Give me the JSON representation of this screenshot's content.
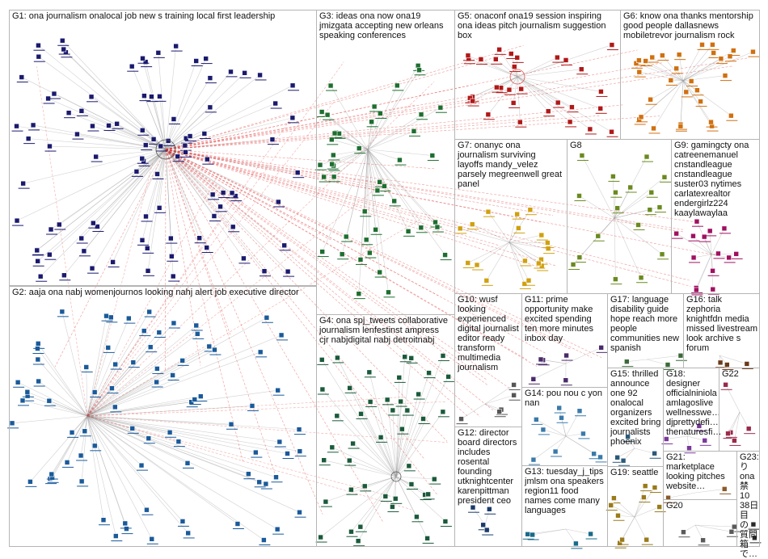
{
  "title": "",
  "groups": [
    {
      "id": "G1",
      "label": "G1: ona journalism onalocal job new s training local first leadership",
      "color": "#1a1a6e"
    },
    {
      "id": "G2",
      "label": "G2: aaja ona nabj womenjournos looking nahj alert job executive director",
      "color": "#1a5a9a"
    },
    {
      "id": "G3",
      "label": "G3: ideas ona now ona19\njmizgata accepting new orleans\nspeaking conferences",
      "color": "#1e6e30"
    },
    {
      "id": "G4",
      "label": "G4: ona spj_tweets collaborative\njournalism lenfestinst ampress\ncjr nabjdigital nabj detroitnabj",
      "color": "#1a5a3a"
    },
    {
      "id": "G5",
      "label": "G5: onaconf ona19 session inspiring\nona ideas pitch journalism suggestion\nbox",
      "color": "#b01818"
    },
    {
      "id": "G6",
      "label": "G6: know ona thanks mentorship\ngood people dallasnews\nmobiletrevor journalism rock",
      "color": "#d07010"
    },
    {
      "id": "G7",
      "label": "G7: onanyc ona\njournalism surviving\nlayoffs mandy_velez\nparsely megreenwell great\npanel",
      "color": "#d0a010"
    },
    {
      "id": "G8",
      "label": "G8",
      "color": "#6a8a20"
    },
    {
      "id": "G9",
      "label": "G9: gamingcty ona\ncatreenemanuel\ncnstandleague\ncnstandleague\nsuster03 nytimes\ncarlatexrealtor\nendergirlz224\nkaaylawaylaa",
      "color": "#a01060"
    },
    {
      "id": "G10",
      "label": "G10: wusf\nlooking\nexperienced\ndigital journalist\neditor ready\ntransform\nmultimedia\njournalism",
      "color": "#555555"
    },
    {
      "id": "G11",
      "label": "G11: prime\nopportunity make\nexcited spending\nten more minutes\ninbox day",
      "color": "#4a2a6a"
    },
    {
      "id": "G12",
      "label": "G12: director\nboard directors\nincludes\nrosental\nfounding\nutknightcenter\nkarenpittman\npresident ceo",
      "color": "#1a3a6a"
    },
    {
      "id": "G13",
      "label": "G13: tuesday_j_tips\njmlsm ona speakers\nregion11 food\nnames come many\nlanguages",
      "color": "#1a6a8a"
    },
    {
      "id": "G14",
      "label": "G14: pou nou c yon\nnan",
      "color": "#3a7aaa"
    },
    {
      "id": "G15",
      "label": "G15: thrilled\nannounce\none 92\nonalocal\norganizers\nexcited bring\njournalists\nphoenix",
      "color": "#2a5a7a"
    },
    {
      "id": "G16",
      "label": "G16: talk\nzephoria\nknightfdn media\nmissed livestream\nlook archive s\nforum",
      "color": "#6a3a1a"
    },
    {
      "id": "G17",
      "label": "G17: language\ndisability guide\nhope reach more\npeople\ncommunities new\nspanish",
      "color": "#3a6a3a"
    },
    {
      "id": "G18",
      "label": "G18:\ndesigner\nofficialniniola\namlagoslive\nwellnesswe…\ndjprettydefi…\nthenaturesfi…",
      "color": "#7a3a9a"
    },
    {
      "id": "G19",
      "label": "G19: seattle",
      "color": "#9a7a1a"
    },
    {
      "id": "G20",
      "label": "G20",
      "color": "#5a5a5a"
    },
    {
      "id": "G21",
      "label": "G21:\nmarketplace\nlooking pitches\nwebsite…",
      "color": "#8a5a2a"
    },
    {
      "id": "G22",
      "label": "G22",
      "color": "#9a2a4a"
    },
    {
      "id": "G23",
      "label": "G23:\nり\nona\n禁 10\n38日\n目 の\n質問\n箱で…",
      "color": "#2a2a2a"
    }
  ]
}
